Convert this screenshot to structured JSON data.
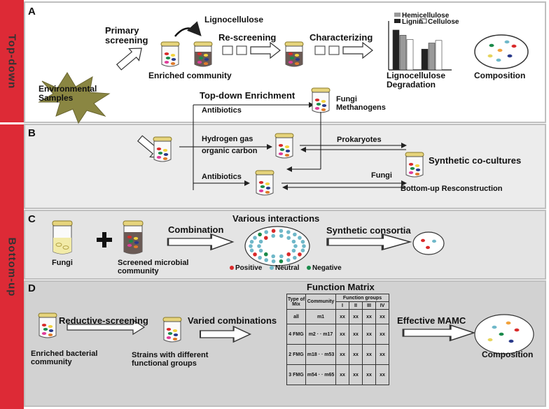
{
  "side_labels": {
    "top_down": "Top-down",
    "bottom_up": "Bottom-up"
  },
  "panels": {
    "A": {
      "label": "A",
      "lignocellulose": "Lignocellulose",
      "primary_screening": "Primary screening",
      "re_screening": "Re-screening",
      "characterizing": "Characterizing",
      "enriched_community": "Enriched community",
      "environmental_samples": "Environmental Samples",
      "degradation": "Lignocellulose Degradation",
      "composition": "Composition",
      "topdown_enrichment": "Top-down Enrichment",
      "antibiotics": "Antibiotics",
      "fungi_methanogens": "Fungi Methanogens",
      "legend": {
        "hemicellulose": "Hemicellulose",
        "lignin": "Lignin",
        "cellulose": "Cellulose"
      }
    },
    "B": {
      "label": "B",
      "hydrogen": "Hydrogen gas",
      "organic_carbon": "organic carbon",
      "prokaryotes": "Prokaryotes",
      "synthetic_cocultures": "Synthetic co-cultures",
      "antibiotics": "Antibiotics",
      "fungi": "Fungi",
      "bottomup": "Bottom-up Resconstruction"
    },
    "C": {
      "label": "C",
      "fungi": "Fungi",
      "screened": "Screened microbial community",
      "combination": "Combination",
      "various": "Various interactions",
      "synthetic_consortia": "Synthetic consortia",
      "legend": {
        "positive": "Positive",
        "neutral": "Neutral",
        "negative": "Negative"
      }
    },
    "D": {
      "label": "D",
      "reductive": "Reductive-screening",
      "varied": "Varied combinations",
      "enriched_bacterial": "Enriched bacterial community",
      "strains": "Strains with different functional groups",
      "function_matrix": "Function Matrix",
      "effective": "Effective MAMC",
      "composition": "Composition",
      "table": {
        "h_type": "Type of Mix",
        "h_community": "Community",
        "h_groups": "Function groups",
        "group_cols": [
          "I",
          "II",
          "III",
          "IV"
        ],
        "rows": [
          {
            "type": "all",
            "community": "m1"
          },
          {
            "type": "4 FMG",
            "community": "m2 · · m17"
          },
          {
            "type": "2 FMG",
            "community": "m18 · · m53"
          },
          {
            "type": "3 FMG",
            "community": "m54 · · m65"
          }
        ],
        "cell": "xx"
      }
    }
  },
  "bar_chart": {
    "series": [
      {
        "name": "Lignin",
        "color": "#222222",
        "values": [
          0.92,
          0.48
        ]
      },
      {
        "name": "Hemicellulose",
        "color": "#9a9a9a",
        "values": [
          0.8,
          0.62
        ]
      },
      {
        "name": "Cellulose",
        "color": "#ffffff",
        "values": [
          0.7,
          0.68
        ]
      }
    ]
  },
  "colors": {
    "red_bar": "#dd2a36",
    "lid": "#e9d98a",
    "positive": "#d92a2a",
    "neutral": "#6fb8c9",
    "negative": "#1a8a4a"
  }
}
